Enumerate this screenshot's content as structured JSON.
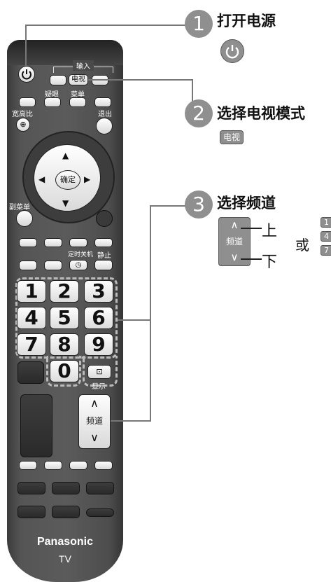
{
  "remote": {
    "input_label": "输入",
    "tv_button": "电视",
    "sleep_label": "疑眼",
    "menu_label": "菜单",
    "aspect_label": "宽高比",
    "exit_label": "退出",
    "ok_label": "确定",
    "submenu_label": "副菜单",
    "off_timer_label": "定时关机",
    "mute_label": "静止",
    "numbers": [
      "1",
      "2",
      "3",
      "4",
      "5",
      "6",
      "7",
      "8",
      "9",
      "0"
    ],
    "display_label": "显示",
    "channel_label": "频道",
    "channel_up": "∧",
    "channel_down": "∨",
    "brand": "Panasonic",
    "model": "TV"
  },
  "steps": [
    {
      "number": "1",
      "title": "打开电源"
    },
    {
      "number": "2",
      "title": "选择电视模式",
      "badge": "电视"
    },
    {
      "number": "3",
      "title": "选择频道",
      "up_label": "上",
      "down_label": "下",
      "channel_label": "频道",
      "or_label": "或",
      "keys": [
        "1",
        "4",
        "7"
      ]
    }
  ],
  "colors": {
    "step_circle": "#8f8f8f",
    "remote_body": "#555555",
    "leader_line": "#777777"
  }
}
